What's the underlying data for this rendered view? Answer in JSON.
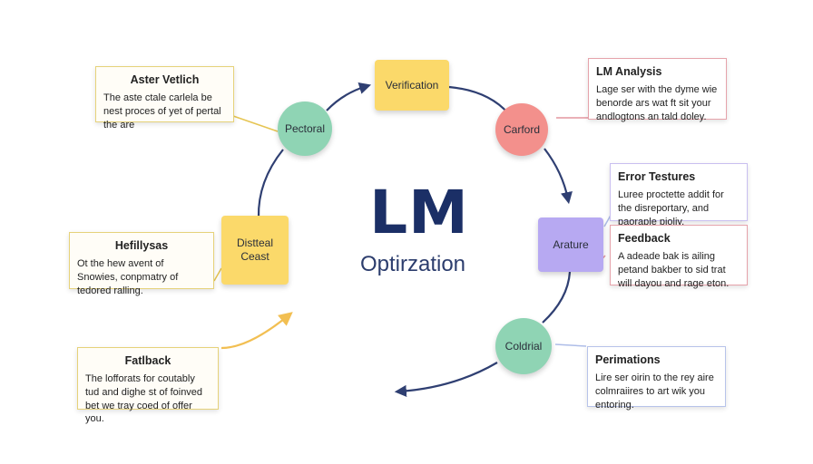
{
  "center": {
    "title": "LM",
    "subtitle": "Optirzation"
  },
  "nodes": {
    "verification": "Verification",
    "pectoral": "Pectoral",
    "carford": "Carford",
    "arature": "Arature",
    "coldrial": "Coldrial",
    "disteal_ceast": "Distteal\nCeast"
  },
  "cards": {
    "aster": {
      "title": "Aster Vetlich",
      "body": "The aste ctale carlela be nest proces of yet of pertal the are"
    },
    "lm_analysis": {
      "title": "LM Analysis",
      "body": "Lage ser with the dyme wie benorde ars wat ft sit your andlogtons an tald doley."
    },
    "error": {
      "title": "Error Testures",
      "body": "Luree proctette addit for the disreportary, and paoraple pioliy."
    },
    "feedback_right": {
      "title": "Feedback",
      "body": "A adeade bak is ailing petand bakber to sid trat will dayou and rage eton."
    },
    "hefillysas": {
      "title": "Hefillysas",
      "body": "Ot the hew avent of Snowies, conpmatry of tedored ralling."
    },
    "fatlback": {
      "title": "Fatlback",
      "body": "The lofforats for coutably tud and dighe st of foinved bet we tray coed of offer you."
    },
    "perimations": {
      "title": "Perimations",
      "body": "Lire ser oirin to the rey aire colmraiires to art wik you entoring."
    }
  },
  "colors": {
    "yellow": "#fbd96a",
    "teal": "#8fd4b4",
    "salmon": "#f3908c",
    "purple": "#b7a9f2",
    "navy": "#1b2f66",
    "arrow": "#2f3f72",
    "orange_arrow": "#f2bf52"
  }
}
